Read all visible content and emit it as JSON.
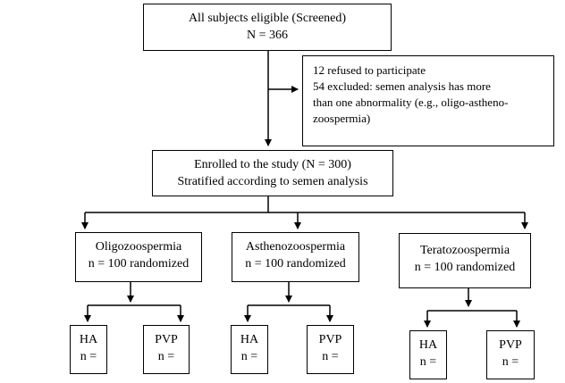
{
  "screened": {
    "line1": "All subjects eligible (Screened)",
    "line2": "N = 366"
  },
  "excluded": {
    "line1": "12 refused to participate",
    "line2": "54 excluded: semen analysis has more",
    "line3": "than one abnormality (e.g., oligo-astheno-",
    "line4": "zoospermia)"
  },
  "enrolled": {
    "line1": "Enrolled to the study (N = 300)",
    "line2": "Stratified according to semen analysis"
  },
  "groups": [
    {
      "name": "Oligozoospermia",
      "n": "n = 100 randomized",
      "arms": [
        {
          "label": "HA",
          "n": "n ="
        },
        {
          "label": "PVP",
          "n": "n ="
        }
      ]
    },
    {
      "name": "Asthenozoospermia",
      "n": "n = 100 randomized",
      "arms": [
        {
          "label": "HA",
          "n": "n ="
        },
        {
          "label": "PVP",
          "n": "n ="
        }
      ]
    },
    {
      "name": "Teratozoospermia",
      "n": "n = 100 randomized",
      "arms": [
        {
          "label": "HA",
          "n": "n ="
        },
        {
          "label": "PVP",
          "n": "n ="
        }
      ]
    }
  ]
}
